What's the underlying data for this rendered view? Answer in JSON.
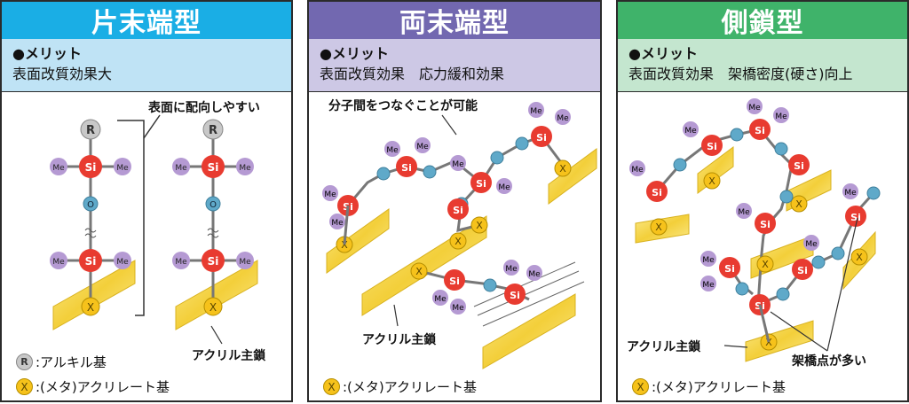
{
  "panels": [
    {
      "title": "片末端型",
      "merit_title": "●メリット",
      "merit_text": "表面改質効果大",
      "annotations": {
        "orient": "表面に配向しやすい",
        "chain": "アクリル主鎖"
      },
      "legend": [
        {
          "symbol": "R",
          "text": ":アルキル基"
        },
        {
          "symbol": "X",
          "text": ":(メタ)アクリレート基"
        }
      ]
    },
    {
      "title": "両末端型",
      "merit_title": "●メリット",
      "merit_text": "表面改質効果　応力緩和効果",
      "annotations": {
        "link": "分子間をつなぐことが可能",
        "chain": "アクリル主鎖"
      },
      "legend": [
        {
          "symbol": "X",
          "text": ":(メタ)アクリレート基"
        }
      ]
    },
    {
      "title": "側鎖型",
      "merit_title": "●メリット",
      "merit_text": "表面改質効果　架橋密度(硬さ)向上",
      "annotations": {
        "chain": "アクリル主鎖",
        "crosslink": "架橋点が多い"
      },
      "legend": [
        {
          "symbol": "X",
          "text": ":(メタ)アクリレート基"
        }
      ]
    }
  ],
  "atoms": {
    "si": "Si",
    "me": "Me",
    "o": "O",
    "r": "R",
    "x": "X"
  },
  "colors": {
    "blue": "#1aaee5",
    "purple": "#7268b0",
    "green": "#3fb36a",
    "si": "#e83b30",
    "me": "#b59ad3",
    "o": "#5fa9c9",
    "rod": "#f6d54e"
  }
}
